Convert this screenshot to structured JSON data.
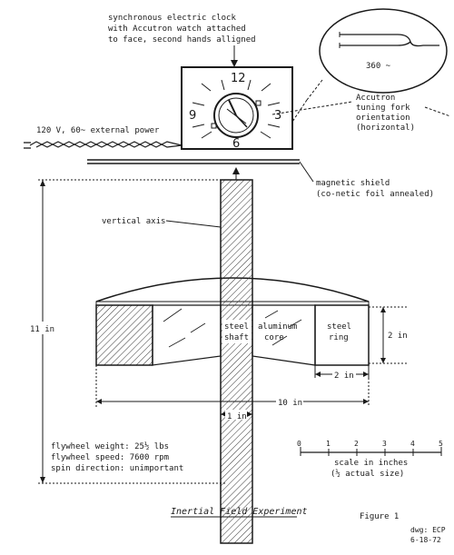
{
  "labels": {
    "clock": [
      "synchronous electric clock",
      "with Accutron watch attached",
      "to face, second hands alligned"
    ],
    "tuning_freq": "360 ~",
    "tuning": [
      "Accutron",
      "tuning fork",
      "orientation",
      "(horizontal)"
    ],
    "power": "120 V, 60~ external power",
    "shield": [
      "magnetic shield",
      "(co-netic foil annealed)"
    ],
    "vertical_axis": "vertical axis",
    "height": "11 in",
    "steel_shaft": [
      "steel",
      "shaft"
    ],
    "aluminum_core": [
      "aluminum",
      "core"
    ],
    "steel_ring": [
      "steel",
      "ring"
    ],
    "ring_height": "2 in",
    "ring_width": "2 in",
    "diameter": "10 in",
    "shaft_width": "1 in",
    "flywheel": [
      "flywheel weight: 25½ lbs",
      "flywheel speed: 7600 rpm",
      "spin direction: unimportant"
    ],
    "scale_ticks": [
      "0",
      "1",
      "2",
      "3",
      "4",
      "5"
    ],
    "scale_caption": [
      "scale in inches",
      "(½ actual size)"
    ],
    "title": "Inertial Field Experiment",
    "figure": "Figure 1",
    "signature": [
      "dwg: ECP",
      "6-18-72"
    ]
  },
  "clock_numerals": [
    "12",
    "3",
    "6",
    "9"
  ]
}
